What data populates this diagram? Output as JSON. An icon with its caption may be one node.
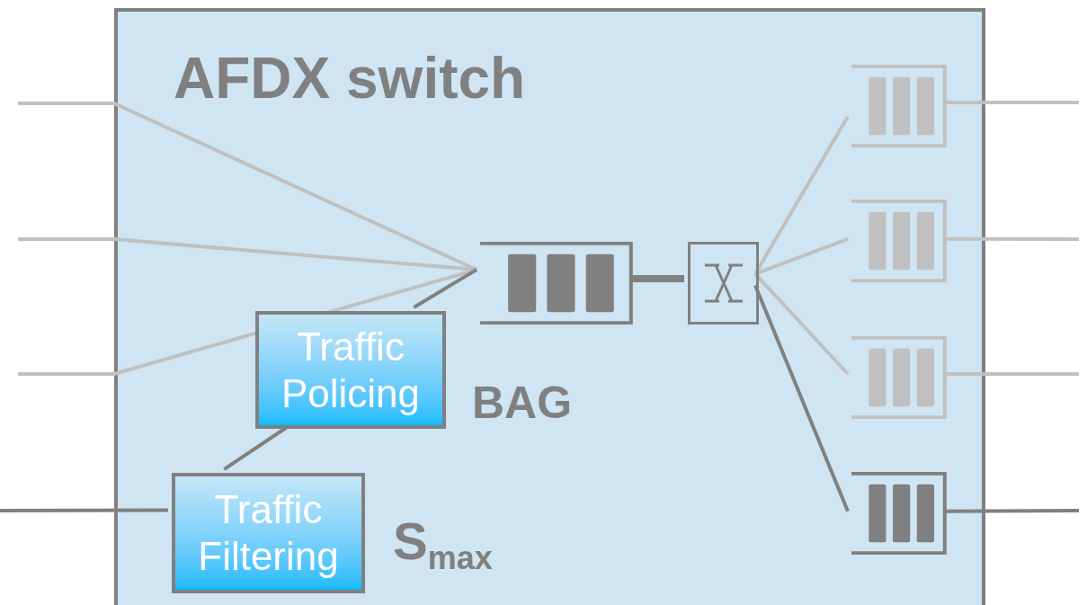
{
  "diagram": {
    "nodes": [
      {
        "text": [
          "AFDX switch"
        ]
      },
      {
        "text": [
          "Traffic Policing"
        ],
        "in": 0
      },
      {
        "text": [
          "Traffic Filtering"
        ],
        "in": 0
      },
      {
        "text": [],
        "shape": "box",
        "in": 0
      },
      {
        "text": [],
        "shape": "box",
        "in": 0
      },
      {
        "text": [],
        "shape": "box",
        "in": 0
      },
      {
        "text": [],
        "shape": "box",
        "in": 0
      },
      {
        "text": [],
        "shape": "box",
        "in": 0
      },
      {
        "text": [],
        "shape": "box",
        "in": 0
      }
    ],
    "edges": [
      {
        "from": null,
        "to": 3,
        "arrow": "none"
      },
      {
        "from": null,
        "to": 3,
        "arrow": "none"
      },
      {
        "from": null,
        "to": 3,
        "arrow": "none"
      },
      {
        "from": null,
        "to": 2,
        "arrow": "none",
        "color": "#808080"
      },
      {
        "from": 2,
        "to": 1,
        "arrow": "none",
        "color": "#808080"
      },
      {
        "from": 1,
        "to": 3,
        "arrow": "none",
        "color": "#808080"
      },
      {
        "from": 3,
        "to": 4,
        "arrow": "none",
        "style": "thick",
        "color": "#808080"
      },
      {
        "from": 4,
        "to": 5,
        "arrow": "none"
      },
      {
        "from": 4,
        "to": 6,
        "arrow": "none"
      },
      {
        "from": 4,
        "to": 7,
        "arrow": "none"
      },
      {
        "from": 4,
        "to": 8,
        "arrow": "none",
        "color": "#808080"
      },
      {
        "from": 5,
        "to": null,
        "arrow": "none"
      },
      {
        "from": 6,
        "to": null,
        "arrow": "none"
      },
      {
        "from": 7,
        "to": null,
        "arrow": "none"
      },
      {
        "from": 8,
        "to": null,
        "arrow": "none",
        "color": "#808080"
      }
    ],
    "labels": [
      "BAG",
      "S$_{max}$"
    ]
  }
}
